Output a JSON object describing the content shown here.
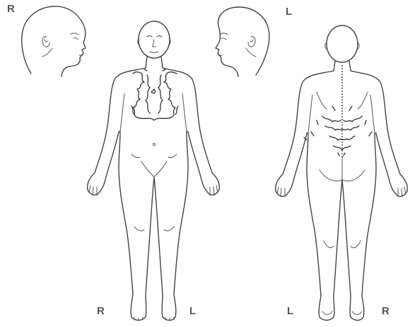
{
  "labels": {
    "head_right_profile": "R",
    "head_left_profile": "L",
    "front_right": "R",
    "front_left": "L",
    "back_left": "L",
    "back_right": "R"
  }
}
